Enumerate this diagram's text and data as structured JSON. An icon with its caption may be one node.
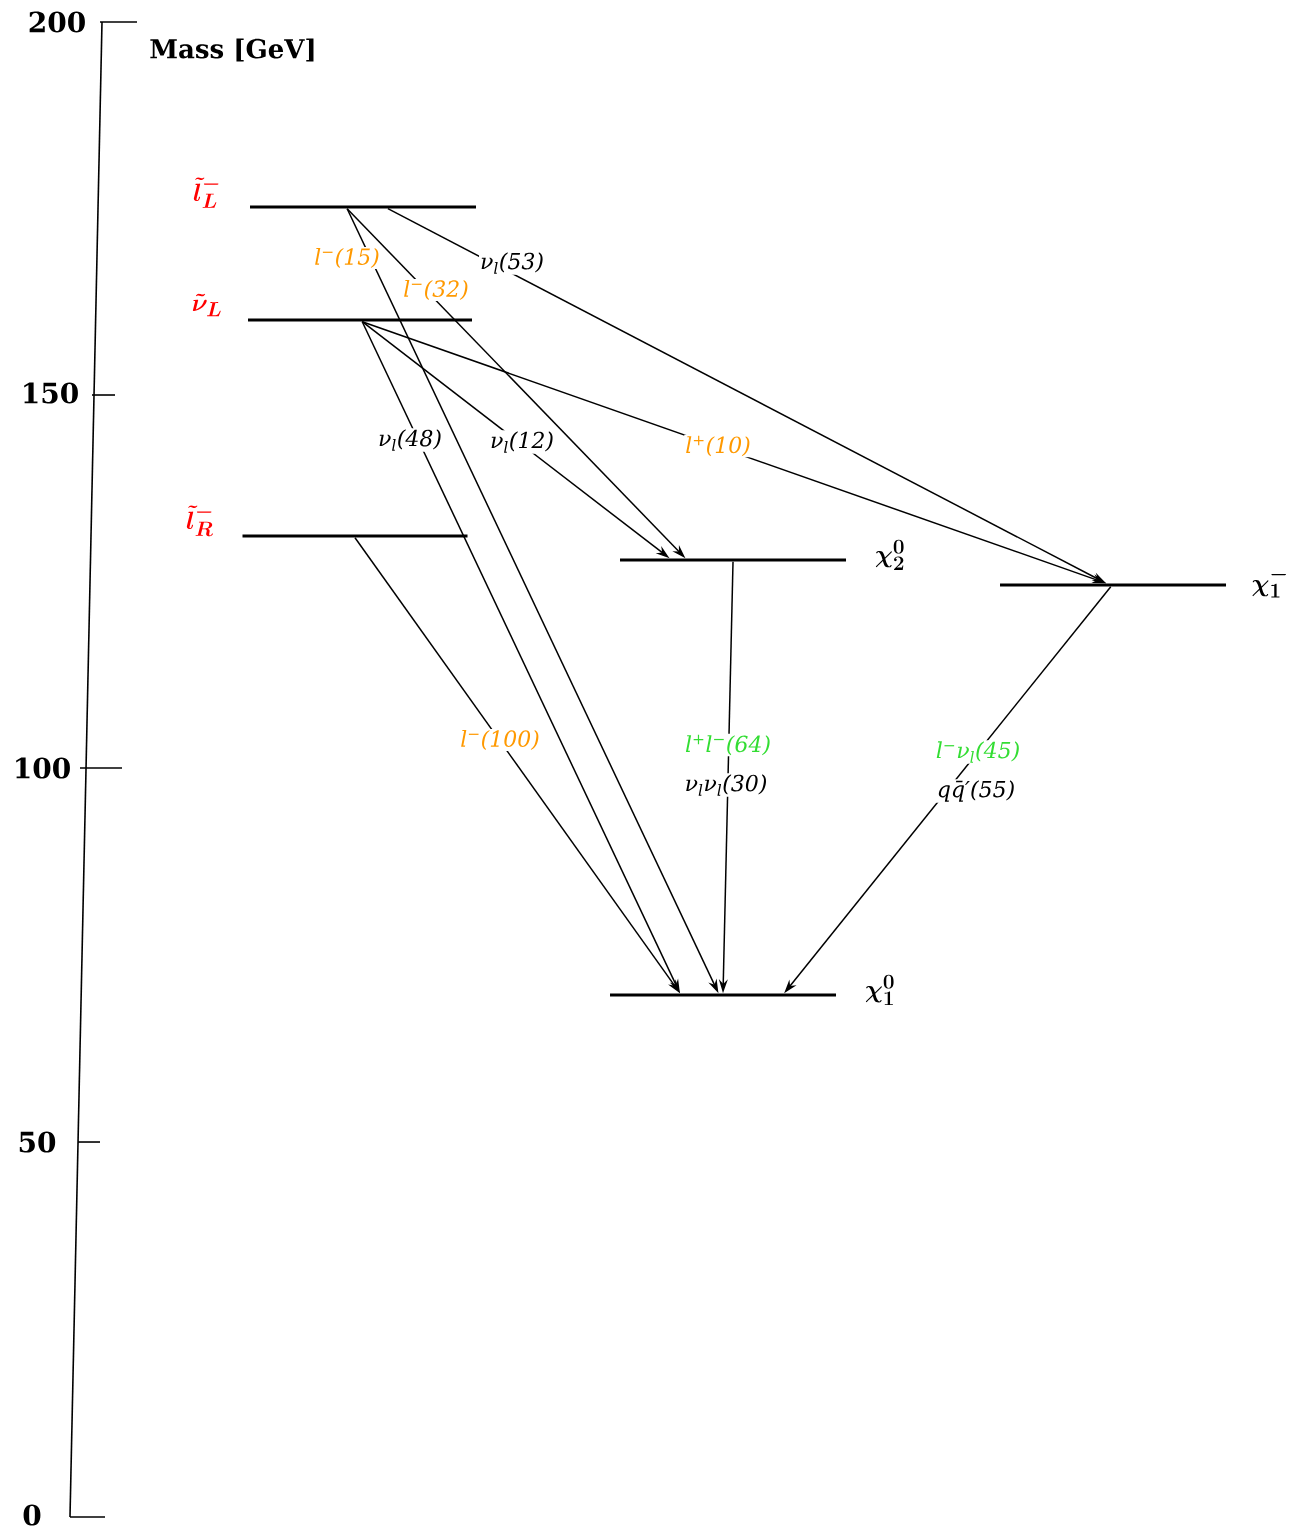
{
  "diagram": {
    "nodes": [
      {
        "text": [
          "\\tilde{l}_L^-"
        ]
      },
      {
        "text": [
          "\\tilde{\\nu}_L"
        ]
      },
      {
        "text": [
          "\\tilde{l}_R^-"
        ]
      },
      {
        "text": [
          "\\chi_2^0"
        ]
      },
      {
        "text": [
          "\\chi_1^-"
        ]
      },
      {
        "text": [
          "\\chi_1^0"
        ]
      }
    ],
    "edges": [
      {
        "from": 0,
        "to": 5,
        "arrow": "to",
        "label": "l$^{−}$(15)"
      },
      {
        "from": 0,
        "to": 3,
        "arrow": "to",
        "label": "l$^{−}$(32)"
      },
      {
        "from": 0,
        "to": 4,
        "arrow": "to",
        "label": "ν$_{l}$(53)"
      },
      {
        "from": 1,
        "to": 5,
        "arrow": "to",
        "label": "ν$_{l}$(48)"
      },
      {
        "from": 1,
        "to": 3,
        "arrow": "to",
        "label": "ν$_{l}$(12)"
      },
      {
        "from": 1,
        "to": 4,
        "arrow": "to",
        "label": "l$^{+}$(10)"
      },
      {
        "from": 2,
        "to": 5,
        "arrow": "to",
        "label": "l$^{−}$(100)"
      },
      {
        "from": 3,
        "to": 5,
        "arrow": "to",
        "label": "l$^{+}$l$^{−}$(64)"
      },
      {
        "from": 4,
        "to": 5,
        "arrow": "to",
        "label": "l$^{−}$ν$_{l}$(45)"
      }
    ],
    "labels": [
      "Mass [GeV]",
      "200",
      "150",
      "100",
      "50",
      "0",
      "ν$_{l}$ν$_{l}$(30)",
      "qq̄′(55)"
    ]
  }
}
